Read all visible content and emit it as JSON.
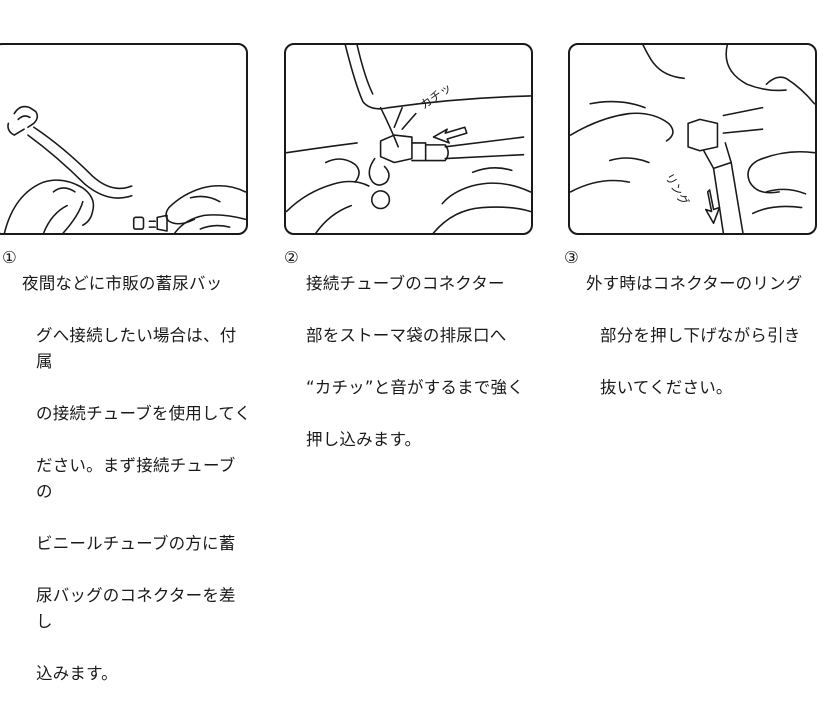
{
  "steps": [
    {
      "number": "①",
      "text": "夜間などに市販の蓄尿バッグへ接続したい場合は、付属の接続チューブを使用してください。まず接続チューブのビニールチューブの方に蓄尿バッグのコネクターを差し込みます。",
      "lines": [
        "夜間などに市販の蓄尿バッ",
        "グへ接続したい場合は、付属",
        "の接続チューブを使用してく",
        "ださい。まず接続チューブの",
        "ビニールチューブの方に蓄",
        "尿バッグのコネクターを差し",
        "込みます。"
      ]
    },
    {
      "number": "②",
      "text": "接続チューブのコネクター部をストーマ袋の排尿口へ“カチッ”と音がするまで強く押し込みます。",
      "lines": [
        "接続チューブのコネクター",
        "部をストーマ袋の排尿口へ",
        "“カチッ”と音がするまで強く",
        "押し込みます。"
      ]
    },
    {
      "number": "③",
      "text": "外す時はコネクターのリング部分を押し下げながら引き抜いてください。",
      "lines": [
        "外す時はコネクターのリング",
        "部分を押し下げながら引き",
        "抜いてください。"
      ]
    }
  ],
  "annotations": {
    "click_sound": "カチッ",
    "ring": "リング"
  }
}
